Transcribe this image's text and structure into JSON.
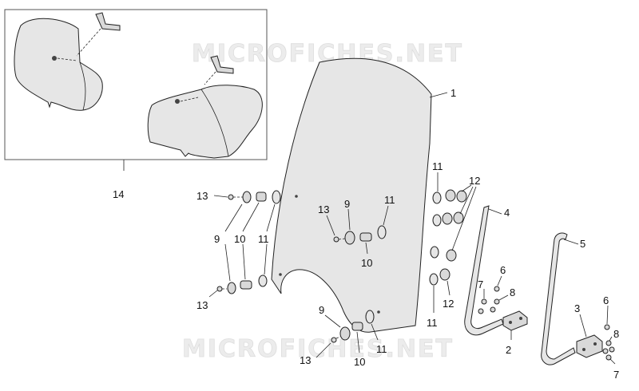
{
  "watermark": {
    "top": "MICROFICHES.NET",
    "bottom": "MICROFICHES.NET"
  },
  "callouts": {
    "c1": "1",
    "c2": "2",
    "c3": "3",
    "c4": "4",
    "c5": "5",
    "c6a": "6",
    "c6b": "6",
    "c7a": "7",
    "c7b": "7",
    "c8a": "8",
    "c8b": "8",
    "c9a": "9",
    "c9b": "9",
    "c9c": "9",
    "c10a": "10",
    "c10b": "10",
    "c10c": "10",
    "c11a": "11",
    "c11b": "11",
    "c11c": "11",
    "c11d": "11",
    "c11e": "11",
    "c12a": "12",
    "c12b": "12",
    "c13a": "13",
    "c13b": "13",
    "c13c": "13",
    "c13d": "13",
    "c14": "14"
  }
}
